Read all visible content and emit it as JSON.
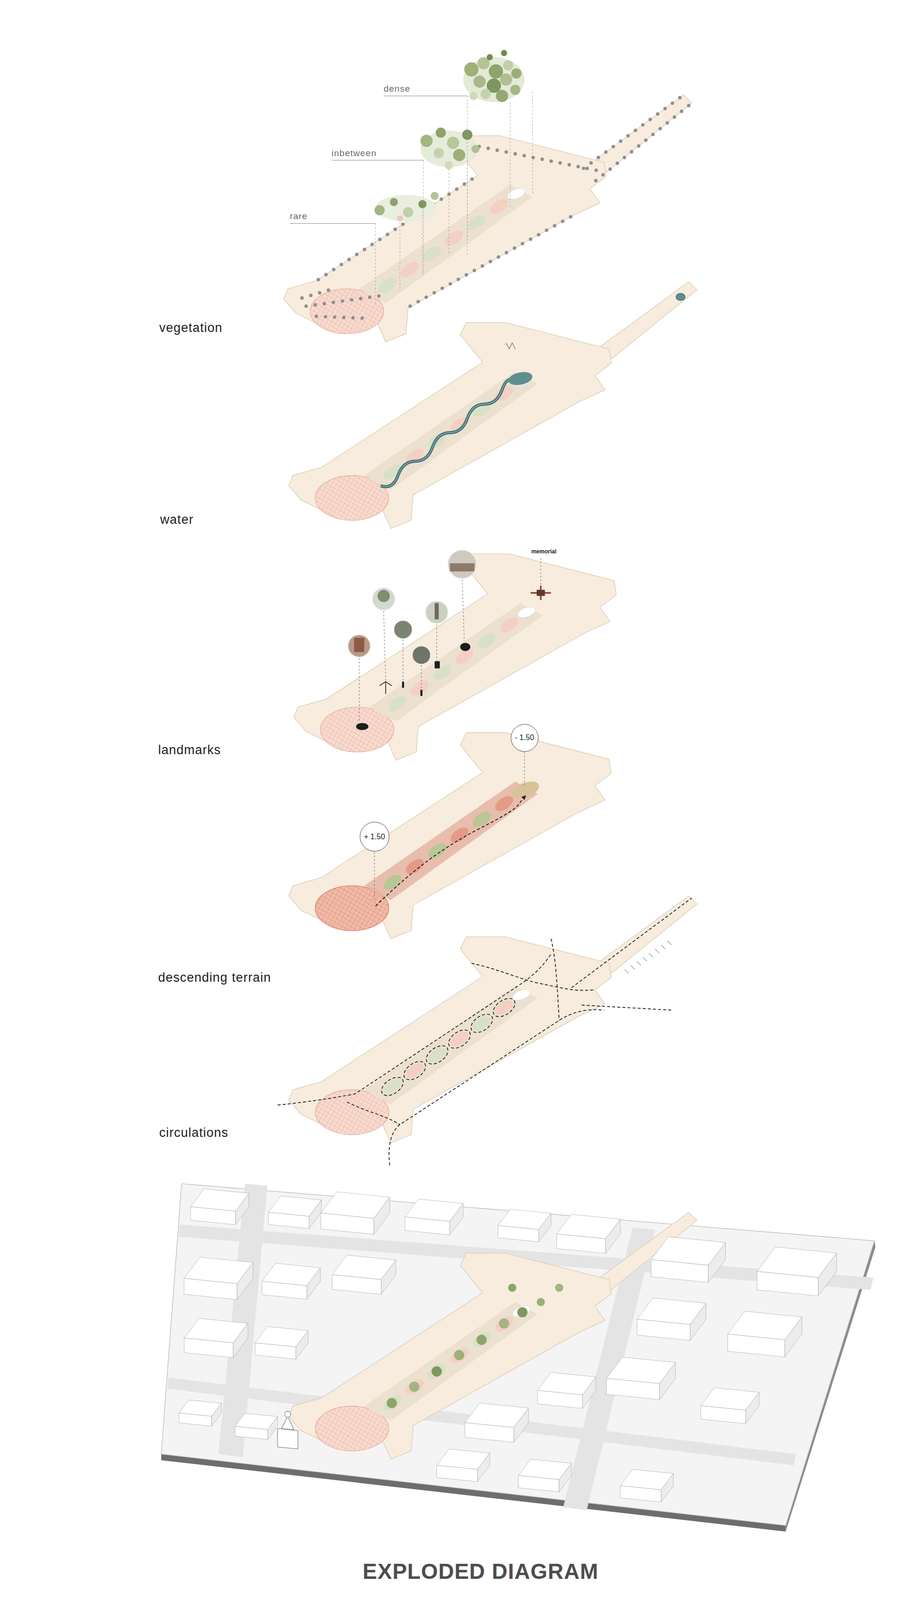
{
  "diagram": {
    "title": "EXPLODED DIAGRAM",
    "nodes": [
      {
        "text": [
          "- 1.50"
        ]
      },
      {
        "text": [
          "+ 1.50"
        ]
      }
    ],
    "labels": [
      "dense",
      "inbetween",
      "rare",
      "vegetation",
      "water",
      "memorial",
      "landmarks",
      "descending terrain",
      "circulations"
    ]
  }
}
